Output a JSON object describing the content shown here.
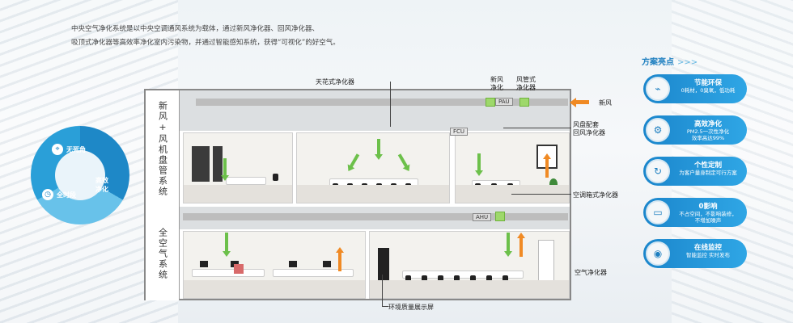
{
  "intro": {
    "line1": "中央空气净化系统是以中央空调通风系统为载体，通过新风净化器、回风净化器、",
    "line2": "吸顶式净化器等高效率净化室内污染物，并通过智能感知系统，获得“可视化”的好空气。"
  },
  "circle": {
    "seg1": "无死角",
    "seg2": "高效\n净化",
    "seg3": "全时段"
  },
  "building": {
    "upper_label": "新风+风机盘管系统",
    "lower_label": "全空气系统",
    "tags": {
      "pau": "PAU",
      "fcu": "FCU",
      "ahu": "AHU"
    }
  },
  "callouts": {
    "ceiling_purifier": "天花式净化器",
    "fresh_air_purifier": "新风\n净化",
    "duct_purifier": "风管式\n净化器",
    "fresh_air": "新风",
    "fcu_return": "风盘配套\n回风净化器",
    "ahu_purifier": "空调箱式净化器",
    "air_purifier": "空气净化器",
    "display": "环境质量展示屏"
  },
  "features": {
    "title": "方案亮点",
    "arrows": ">>>",
    "items": [
      {
        "icon": "energy-icon",
        "title": "节能环保",
        "desc": "0耗材，0臭氧，低功耗"
      },
      {
        "icon": "pm-icon",
        "title": "高效净化",
        "desc": "PM2.5一次性净化\n效率高达99%"
      },
      {
        "icon": "custom-icon",
        "title": "个性定制",
        "desc": "为客户量身制定可行方案"
      },
      {
        "icon": "zero-impact-icon",
        "title": "0影响",
        "desc": "不占空间，不影响装修，\n不增加噪声"
      },
      {
        "icon": "monitor-icon",
        "title": "在线监控",
        "desc": "智能监控 实时发布"
      }
    ]
  },
  "colors": {
    "brand_blue": "#1e88c7",
    "green": "#6cc04a",
    "orange": "#f08a24"
  }
}
